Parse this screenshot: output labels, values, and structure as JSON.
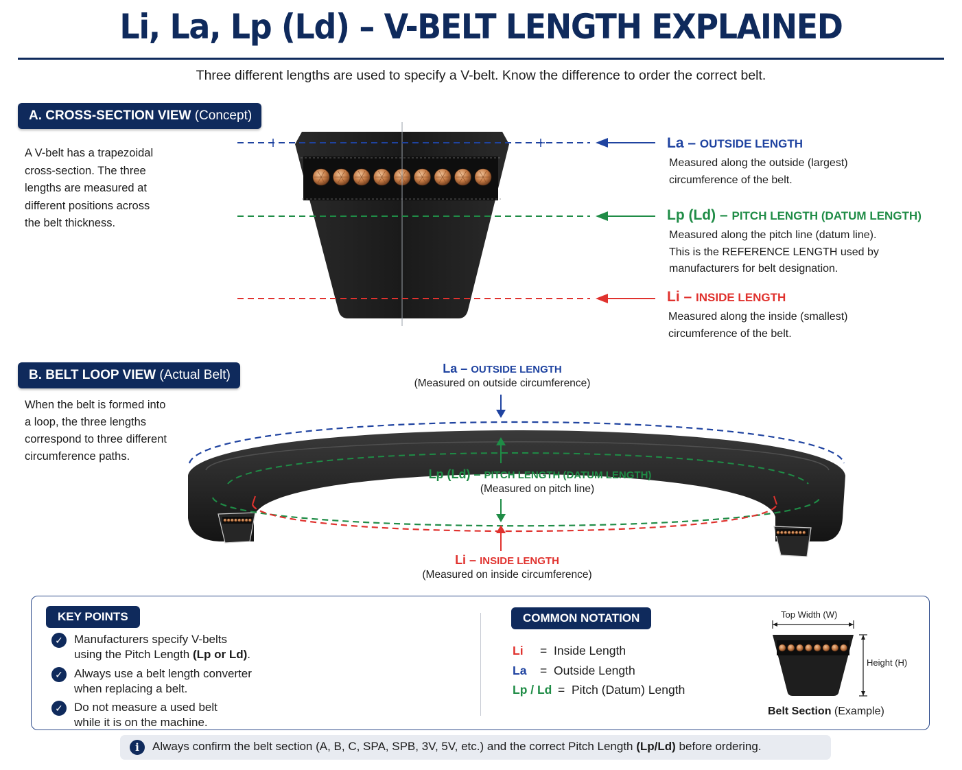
{
  "title": "Li, La, Lp (Ld) – V-BELT LENGTH EXPLAINED",
  "subtitle": "Three different lengths are used to specify a V-belt. Know the difference to order the correct belt.",
  "colors": {
    "navy": "#0f2a5c",
    "outside": "#1f43a0",
    "pitch": "#1f8c46",
    "inside": "#e0322e",
    "belt": "#1e1e1e",
    "cord": "#c98452"
  },
  "section_a": {
    "label_bold": "A. CROSS-SECTION VIEW",
    "label_light": "(Concept)",
    "description": [
      "A V-belt has a trapezoidal",
      "cross-section. The three",
      "lengths are measured at",
      "different positions across",
      "the belt thickness."
    ],
    "labels": {
      "outside": {
        "abbr": "La – ",
        "name": "OUTSIDE LENGTH",
        "desc": [
          "Measured along the outside (largest)",
          "circumference of the belt."
        ]
      },
      "pitch": {
        "abbr": "Lp (Ld) – ",
        "name": "PITCH LENGTH (DATUM LENGTH)",
        "desc": [
          "Measured along the pitch line (datum line).",
          "This is the REFERENCE LENGTH used by",
          "manufacturers for belt designation."
        ]
      },
      "inside": {
        "abbr": "Li – ",
        "name": "INSIDE LENGTH",
        "desc": [
          "Measured along the inside (smallest)",
          "circumference of the belt."
        ]
      }
    }
  },
  "section_b": {
    "label_bold": "B. BELT LOOP VIEW",
    "label_light": "(Actual Belt)",
    "description": [
      "When the belt is formed into",
      "a loop, the three lengths",
      "correspond to three different",
      "circumference paths."
    ],
    "outside": {
      "abbr": "La – ",
      "name": "OUTSIDE LENGTH",
      "sub": "(Measured on outside circumference)"
    },
    "pitch": {
      "abbr": "Lp (Ld) – ",
      "name": "PITCH LENGTH (DATUM LENGTH)",
      "sub": "(Measured on pitch line)"
    },
    "inside": {
      "abbr": "Li – ",
      "name": "INSIDE LENGTH",
      "sub": "(Measured on inside circumference)"
    }
  },
  "key_points": {
    "title": "KEY POINTS",
    "items": [
      {
        "line1": "Manufacturers specify V-belts",
        "line2_pre": "using the Pitch Length ",
        "line2_bold": "(Lp or Ld)",
        "line2_post": "."
      },
      {
        "line1": "Always use a belt length converter",
        "line2_pre": "when replacing a belt.",
        "line2_bold": "",
        "line2_post": ""
      },
      {
        "line1": "Do not measure a used belt",
        "line2_pre": "while it is on the machine.",
        "line2_bold": "",
        "line2_post": ""
      }
    ]
  },
  "notation": {
    "title": "COMMON NOTATION",
    "rows": [
      {
        "abbr": "Li",
        "eq": "=",
        "meaning": "Inside Length",
        "color": "#e0322e"
      },
      {
        "abbr": "La",
        "eq": "=",
        "meaning": "Outside Length",
        "color": "#1f43a0"
      },
      {
        "abbr": "Lp / Ld",
        "eq": "=",
        "meaning": "Pitch (Datum) Length",
        "color": "#1f8c46"
      }
    ]
  },
  "belt_section": {
    "top_width": "Top Width (W)",
    "height": "Height (H)",
    "caption_bold": "Belt Section",
    "caption_light": " (Example)"
  },
  "footer": {
    "icon": "info-icon",
    "pre": "Always confirm the belt section (A, B, C, SPA, SPB, 3V, 5V, etc.) and the correct Pitch Length ",
    "bold": "(Lp/Ld)",
    "post": " before ordering."
  }
}
